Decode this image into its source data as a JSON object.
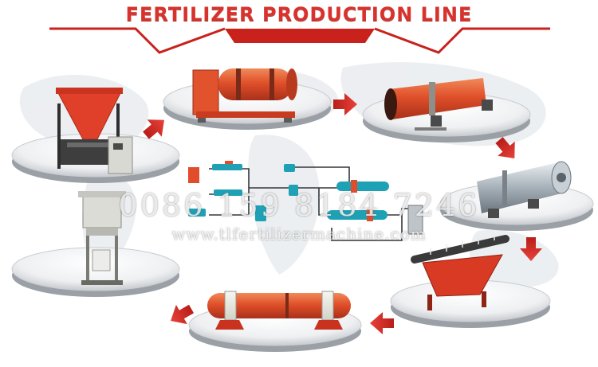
{
  "header": {
    "title": "FERTILIZER PRODUCTION LINE",
    "accent_color": "#c9221c"
  },
  "watermark": {
    "phone": "0086 159 8184 7246",
    "site": "www.tlfertilizermachine.com"
  },
  "equipment_stations": [
    {
      "icon": "hopper-feeder-icon"
    },
    {
      "icon": "rotary-granulator-icon"
    },
    {
      "icon": "rotary-dryer-icon"
    },
    {
      "icon": "rotary-cooler-icon"
    },
    {
      "icon": "rotary-screener-icon"
    },
    {
      "icon": "coating-machine-icon"
    },
    {
      "icon": "packing-machine-icon"
    }
  ],
  "flow_arrows": [
    {
      "icon": "arrow-up-right-icon"
    },
    {
      "icon": "arrow-right-icon"
    },
    {
      "icon": "arrow-down-icon"
    },
    {
      "icon": "arrow-down-icon"
    },
    {
      "icon": "arrow-left-icon"
    },
    {
      "icon": "arrow-left-icon"
    }
  ],
  "center_diagram": {
    "icon": "production-line-layout-icon"
  }
}
